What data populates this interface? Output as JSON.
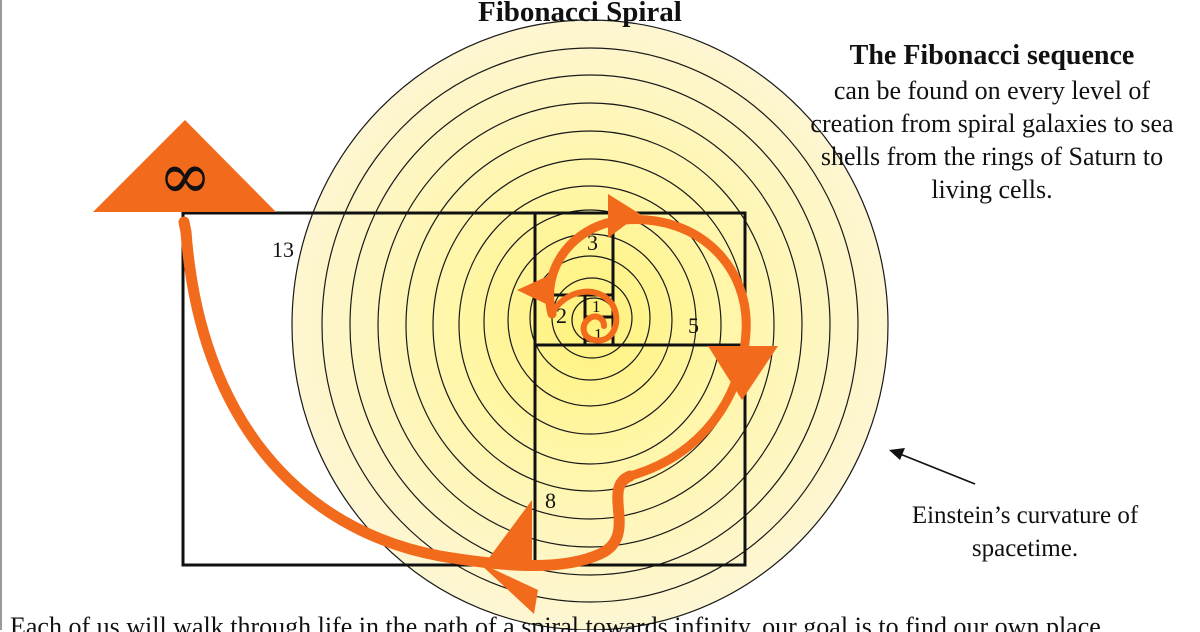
{
  "title": "Fibonacci Spiral",
  "sidenote": {
    "heading": "The Fibonacci sequence",
    "body": "can be found on every level of creation from spiral galaxies to sea shells from the rings of Saturn to living cells."
  },
  "annotation": "Einstein’s curvature of spacetime.",
  "infinity_symbol": "∞",
  "square_labels": [
    "1",
    "1",
    "2",
    "3",
    "5",
    "8",
    "13"
  ],
  "bottom_text": "Each of us will walk through life in the path of a spiral towards infinity, our goal is to find our own place",
  "colors": {
    "spiral": "#f26a1b",
    "ring_stroke": "#1a1a1a",
    "glow_center": "#fff27a",
    "glow_outer": "#fdf5c8"
  }
}
